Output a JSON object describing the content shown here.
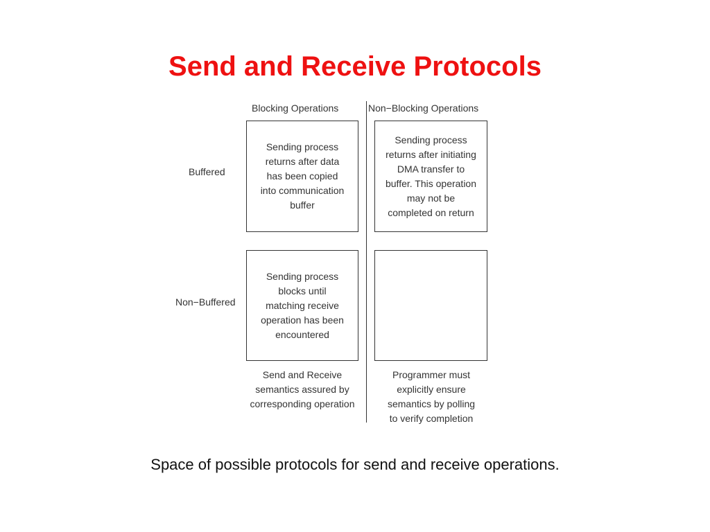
{
  "slide": {
    "title": "Send and Receive Protocols",
    "caption": "Space of possible protocols for send and receive operations."
  },
  "diagram": {
    "columns": {
      "blocking": "Blocking Operations",
      "non_blocking": "Non−Blocking Operations"
    },
    "rows": {
      "buffered": "Buffered",
      "non_buffered": "Non−Buffered"
    },
    "cells": {
      "buffered_blocking": "Sending process\nreturns after data\nhas been copied\ninto communication\nbuffer",
      "buffered_non_blocking": "Sending process\nreturns after initiating\nDMA transfer to\nbuffer. This operation\nmay not be\ncompleted on return",
      "non_buffered_blocking": "Sending process\nblocks until\nmatching receive\noperation has been\nencountered",
      "non_buffered_non_blocking": ""
    },
    "notes": {
      "blocking": "Send and Receive\nsemantics assured by\ncorresponding operation",
      "non_blocking": "Programmer must\nexplicitly ensure\nsemantics by polling\nto verify completion"
    }
  }
}
